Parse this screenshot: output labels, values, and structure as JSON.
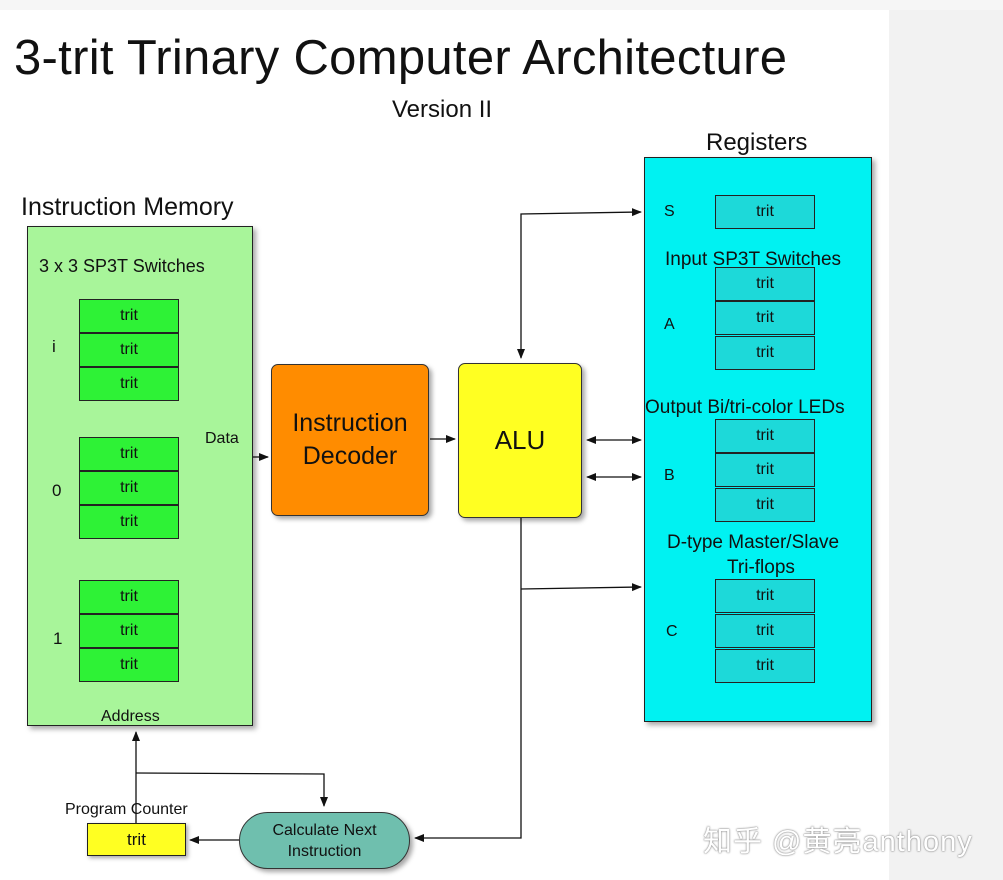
{
  "title": "3-trit Trinary Computer Architecture",
  "subtitle": "Version II",
  "instruction_memory": {
    "heading": "Instruction Memory",
    "switches_label": "3 x 3 SP3T Switches",
    "rows": [
      {
        "label": "i",
        "cells": [
          "trit",
          "trit",
          "trit"
        ]
      },
      {
        "label": "0",
        "cells": [
          "trit",
          "trit",
          "trit"
        ]
      },
      {
        "label": "1",
        "cells": [
          "trit",
          "trit",
          "trit"
        ]
      }
    ],
    "data_label": "Data",
    "address_label": "Address"
  },
  "decoder": {
    "line1": "Instruction",
    "line2": "Decoder"
  },
  "alu": {
    "label": "ALU"
  },
  "registers": {
    "heading": "Registers",
    "s_label": "S",
    "s_cell": "trit",
    "input_label": "Input SP3T Switches",
    "a_label": "A",
    "a_cells": [
      "trit",
      "trit",
      "trit"
    ],
    "output_label": "Output Bi/tri-color LEDs",
    "b_label": "B",
    "b_cells": [
      "trit",
      "trit",
      "trit"
    ],
    "dtype_line1": "D-type Master/Slave",
    "dtype_line2": "Tri-flops",
    "c_label": "C",
    "c_cells": [
      "trit",
      "trit",
      "trit"
    ]
  },
  "program_counter": {
    "label": "Program Counter",
    "cell": "trit"
  },
  "calc_next": {
    "line1": "Calculate Next",
    "line2": "Instruction"
  },
  "watermark": "知乎 @黄亮anthony",
  "colors": {
    "instruction_memory": "#a8f59a",
    "trit_green": "#2ef236",
    "registers": "#00f2f2",
    "trit_cyan": "#1dd9d9",
    "decoder": "#ff8c00",
    "alu": "#ffff22",
    "calc_next": "#6fbfae"
  }
}
